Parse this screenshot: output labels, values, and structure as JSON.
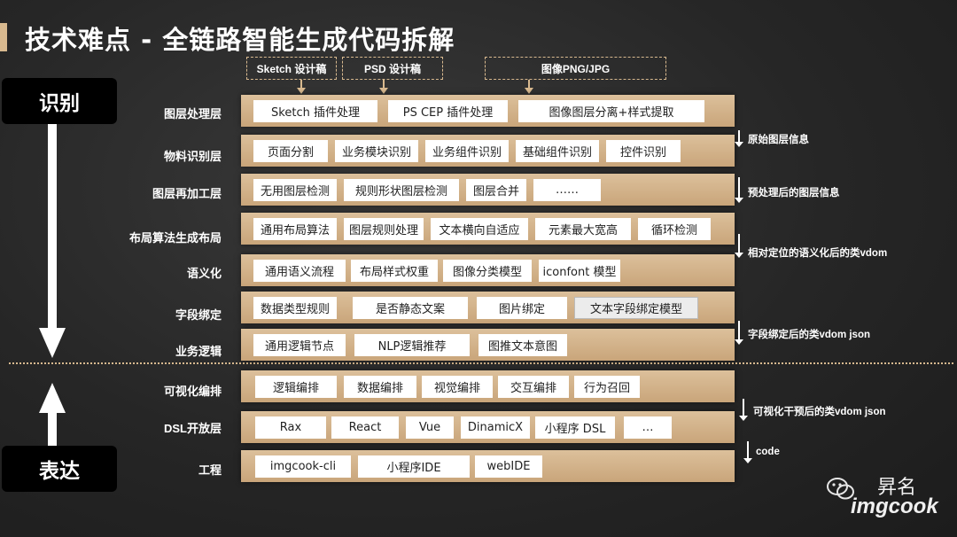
{
  "title": "技术难点 - 全链路智能生成代码拆解",
  "sources": [
    "Sketch 设计稿",
    "PSD 设计稿",
    "图像PNG/JPG"
  ],
  "phases": {
    "recognize": "识别",
    "express": "表达"
  },
  "layers": [
    {
      "label": "图层处理层",
      "chips": [
        "Sketch 插件处理",
        "PS CEP 插件处理",
        "图像图层分离+样式提取"
      ]
    },
    {
      "label": "物料识别层",
      "chips": [
        "页面分割",
        "业务模块识别",
        "业务组件识别",
        "基础组件识别",
        "控件识别"
      ]
    },
    {
      "label": "图层再加工层",
      "chips": [
        "无用图层检测",
        "规则形状图层检测",
        "图层合并",
        "……"
      ]
    },
    {
      "label": "布局算法生成布局",
      "chips": [
        "通用布局算法",
        "图层规则处理",
        "文本横向自适应",
        "元素最大宽高",
        "循环检测"
      ]
    },
    {
      "label": "语义化",
      "chips": [
        "通用语义流程",
        "布局样式权重",
        "图像分类模型",
        "iconfont 模型"
      ]
    },
    {
      "label": "字段绑定",
      "chips": [
        "数据类型规则",
        "是否静态文案",
        "图片绑定",
        "文本字段绑定模型"
      ]
    },
    {
      "label": "业务逻辑",
      "chips": [
        "通用逻辑节点",
        "NLP逻辑推荐",
        "图推文本意图"
      ]
    },
    {
      "label": "可视化编排",
      "chips": [
        "逻辑编排",
        "数据编排",
        "视觉编排",
        "交互编排",
        "行为召回"
      ]
    },
    {
      "label": "DSL开放层",
      "chips": [
        "Rax",
        "React",
        "Vue",
        "DinamicX",
        "小程序 DSL",
        "…"
      ]
    },
    {
      "label": "工程",
      "chips": [
        "imgcook-cli",
        "小程序IDE",
        "webIDE"
      ]
    }
  ],
  "notes": [
    "原始图层信息",
    "预处理后的图层信息",
    "相对定位的语义化后的类vdom",
    "字段绑定后的类vdom json",
    "可视化干预后的类vdom json",
    "code"
  ],
  "watermark": {
    "icon": "wechat-icon",
    "name": "昇名",
    "brand": "imgcook"
  },
  "colors": {
    "accent": "#d8b98f",
    "band": "#d4b48c",
    "background": "#262626"
  }
}
